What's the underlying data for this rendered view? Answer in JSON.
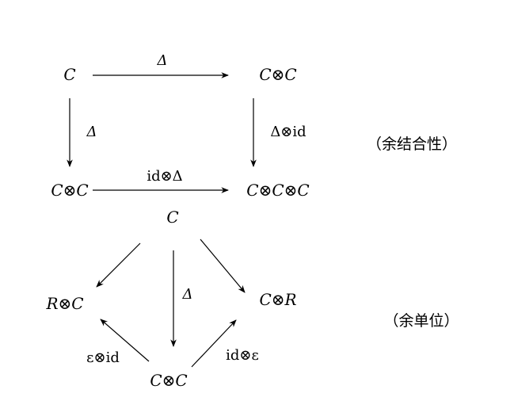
{
  "coassociativity": {
    "node_tl": "C",
    "node_tr": "C⊗C",
    "node_bl": "C⊗C",
    "node_br": "C⊗C⊗C",
    "arrow_top": "Δ",
    "arrow_left": "Δ",
    "arrow_right": "Δ⊗id",
    "arrow_bottom": "id⊗Δ",
    "note": "（余结合性）"
  },
  "counit": {
    "node_top": "C",
    "node_left": "R⊗C",
    "node_right": "C⊗R",
    "node_bottom": "C⊗C",
    "arrow_center": "Δ",
    "arrow_left": "ε⊗id",
    "arrow_right": "id⊗ε",
    "note": "（余单位）"
  }
}
